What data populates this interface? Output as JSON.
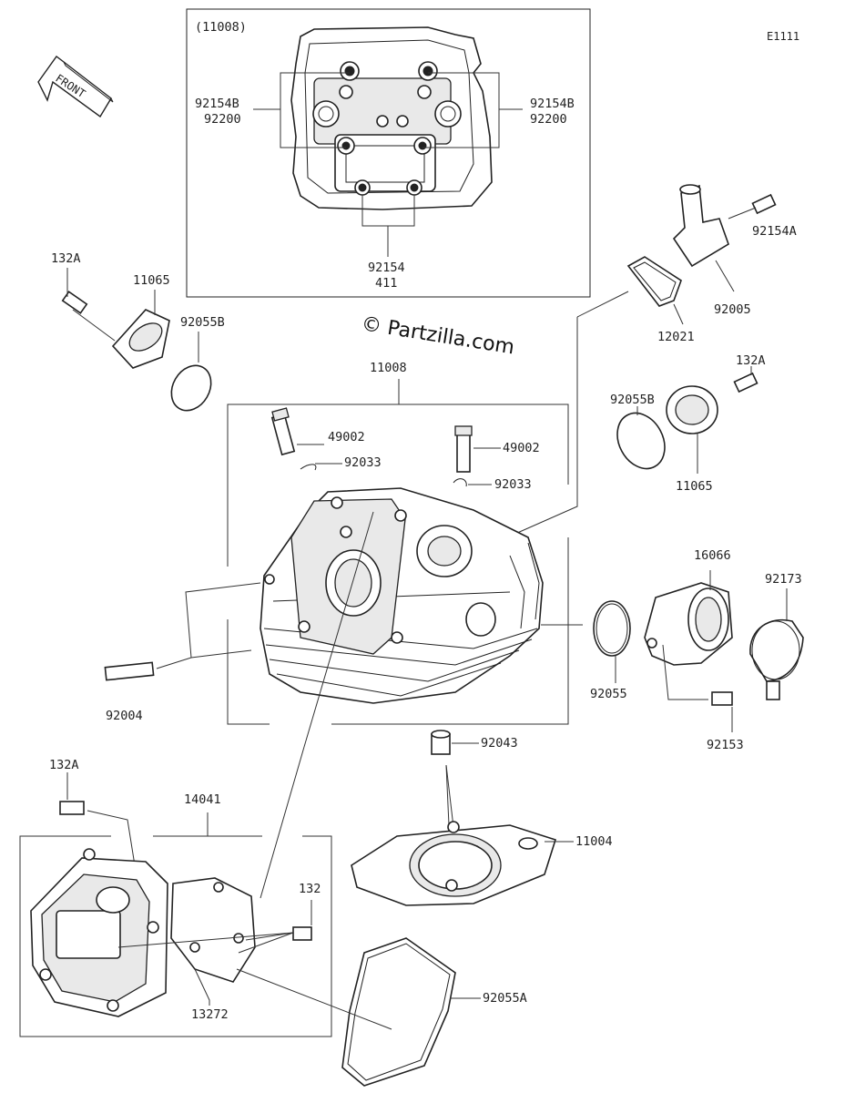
{
  "figure_code": "E1111",
  "front_label": "FRONT",
  "watermark": "© Partzilla.com",
  "inset": {
    "ref": "(11008)",
    "labels": {
      "left_top": "92154B",
      "left_bottom": "92200",
      "right_top": "92154B",
      "right_bottom": "92200",
      "bottom_top": "92154",
      "bottom_bottom": "411"
    }
  },
  "parts": {
    "p132a_left": "132A",
    "p11065_left": "11065",
    "p92055b_left": "92055B",
    "p11008": "11008",
    "p49002_left": "49002",
    "p92033_left": "92033",
    "p49002_right": "49002",
    "p92033_right": "92033",
    "p92154a": "92154A",
    "p92005": "92005",
    "p12021": "12021",
    "p132a_right": "132A",
    "p92055b_right": "92055B",
    "p11065_right": "11065",
    "p16066": "16066",
    "p92173": "92173",
    "p92055": "92055",
    "p92153": "92153",
    "p92004": "92004",
    "p92043": "92043",
    "p11004": "11004",
    "p132a_bottom": "132A",
    "p14041": "14041",
    "p132": "132",
    "p13272": "13272",
    "p92055a": "92055A"
  }
}
